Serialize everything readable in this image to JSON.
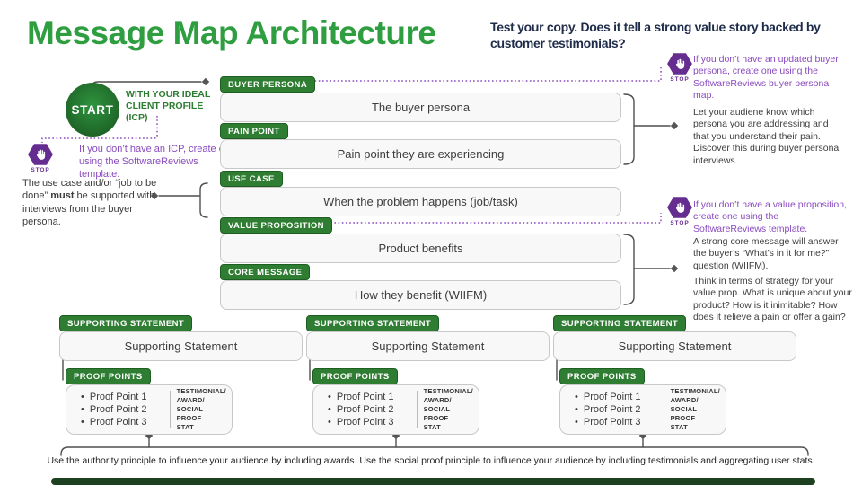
{
  "title": "Message Map Architecture",
  "subtitle": "Test your copy. Does it tell a strong value story backed by customer testimonials?",
  "colors": {
    "brand_green": "#2f9e41",
    "tag_green": "#2e7d32",
    "navy": "#1e2b49",
    "purple": "#8a4bbf",
    "stop_purple": "#662d91",
    "box_fill": "#f8f8f8",
    "bottom_bar_green": "#1c4020"
  },
  "start": {
    "label": "START",
    "caption": "WITH YOUR IDEAL CLIENT PROFILE (ICP)"
  },
  "stop_label": "STOP",
  "main_rows": [
    {
      "tag": "BUYER PERSONA",
      "text": "The buyer persona"
    },
    {
      "tag": "PAIN POINT",
      "text": "Pain point they are experiencing"
    },
    {
      "tag": "USE CASE",
      "text": "When the problem happens (job/task)"
    },
    {
      "tag": "VALUE PROPOSITION",
      "text": "Product benefits"
    },
    {
      "tag": "CORE MESSAGE",
      "text": "How they benefit (WIIFM)"
    }
  ],
  "annotations": {
    "left_icp": "If you don’t have an ICP, create one using the SoftwareReviews template.",
    "left_usecase_pre": "The use case and/or “job to be done” ",
    "left_usecase_bold": "must",
    "left_usecase_post": " be supported with interviews from the buyer persona.",
    "right_buyer_stop": "If you don’t have an updated buyer persona, create one using the SoftwareReviews buyer persona map.",
    "right_buyer": "Let your audiene know which persona you are addressing and that you understand their pain. Discover this during buyer persona interviews.",
    "right_value_stop": "If you don’t have a value proposition, create one using the SoftwareReviews template.",
    "right_core": "A strong core message will answer the buyer’s “What’s in it for me?” question (WIIFM).",
    "right_strategy": "Think in terms of strategy for your value prop. What is unique about your product? How is it inimitable? How does it relieve a pain or offer a gain?",
    "bottom": "Use the authority principle to influence your audience by including awards. Use the social proof principle to influence your audience by including testimonials and aggregating user stats."
  },
  "columns": [
    {
      "tag": "SUPPORTING STATEMENT",
      "statement": "Supporting Statement",
      "proof_tag": "PROOF POINTS",
      "proof_points": [
        "Proof Point 1",
        "Proof Point 2",
        "Proof Point 3"
      ],
      "proof_side": [
        "TESTIMONIAL/",
        "AWARD/",
        "SOCIAL PROOF",
        "STAT"
      ]
    },
    {
      "tag": "SUPPORTING STATEMENT",
      "statement": "Supporting Statement",
      "proof_tag": "PROOF POINTS",
      "proof_points": [
        "Proof Point 1",
        "Proof Point 2",
        "Proof Point 3"
      ],
      "proof_side": [
        "TESTIMONIAL/",
        "AWARD/",
        "SOCIAL PROOF",
        "STAT"
      ]
    },
    {
      "tag": "SUPPORTING STATEMENT",
      "statement": "Supporting Statement",
      "proof_tag": "PROOF POINTS",
      "proof_points": [
        "Proof Point 1",
        "Proof Point 2",
        "Proof Point 3"
      ],
      "proof_side": [
        "TESTIMONIAL/",
        "AWARD/",
        "SOCIAL PROOF",
        "STAT"
      ]
    }
  ]
}
